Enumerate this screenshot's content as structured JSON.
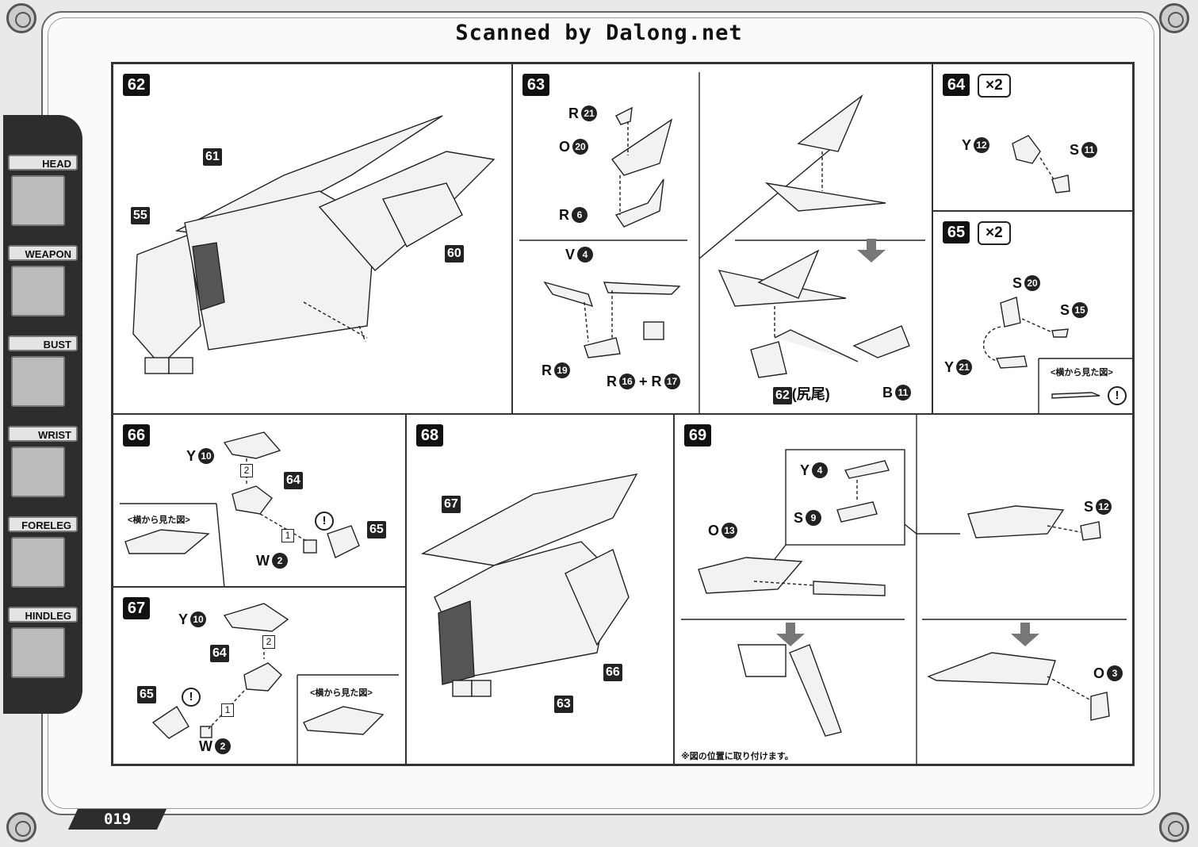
{
  "header": {
    "title": "Scanned by Dalong.net"
  },
  "sidebar": {
    "items": [
      {
        "label": "HEAD"
      },
      {
        "label": "WEAPON"
      },
      {
        "label": "BUST"
      },
      {
        "label": "WRIST"
      },
      {
        "label": "FORELEG"
      },
      {
        "label": "HINDLEG"
      }
    ]
  },
  "page_number": "019",
  "steps": {
    "s62": {
      "num": "62",
      "callouts": {
        "a": "61",
        "b": "55",
        "c": "60"
      }
    },
    "s63": {
      "num": "63",
      "parts": {
        "r21": {
          "letter": "R",
          "n": "21"
        },
        "o20": {
          "letter": "O",
          "n": "20"
        },
        "r6": {
          "letter": "R",
          "n": "6"
        },
        "v4": {
          "letter": "V",
          "n": "4"
        },
        "r19": {
          "letter": "R",
          "n": "19"
        },
        "r16": {
          "letter": "R",
          "n": "16"
        },
        "plus": "+",
        "r17": {
          "letter": "R",
          "n": "17"
        },
        "s62tail": "62",
        "tail_label": "(尻尾)",
        "b11": {
          "letter": "B",
          "n": "11"
        }
      }
    },
    "s64": {
      "num": "64",
      "mult": "×2",
      "parts": {
        "y12": {
          "letter": "Y",
          "n": "12"
        },
        "s11": {
          "letter": "S",
          "n": "11"
        }
      }
    },
    "s65": {
      "num": "65",
      "mult": "×2",
      "parts": {
        "s20": {
          "letter": "S",
          "n": "20"
        },
        "s15": {
          "letter": "S",
          "n": "15"
        },
        "y21": {
          "letter": "Y",
          "n": "21"
        }
      },
      "side_view": "<横から見た図>",
      "warn": "!"
    },
    "s66": {
      "num": "66",
      "parts": {
        "y10": {
          "letter": "Y",
          "n": "10"
        },
        "w2": {
          "letter": "W",
          "n": "2"
        }
      },
      "callouts": {
        "a": "64",
        "b": "65"
      },
      "seq": {
        "one": "1",
        "two": "2"
      },
      "side_view": "<横から見た図>",
      "warn": "!"
    },
    "s67": {
      "num": "67",
      "parts": {
        "y10": {
          "letter": "Y",
          "n": "10"
        },
        "w2": {
          "letter": "W",
          "n": "2"
        }
      },
      "callouts": {
        "a": "64",
        "b": "65"
      },
      "seq": {
        "one": "1",
        "two": "2"
      },
      "side_view": "<横から見た図>",
      "warn": "!"
    },
    "s68": {
      "num": "68",
      "callouts": {
        "a": "67",
        "b": "66",
        "c": "63"
      }
    },
    "s69": {
      "num": "69",
      "parts": {
        "y4": {
          "letter": "Y",
          "n": "4"
        },
        "s9": {
          "letter": "S",
          "n": "9"
        },
        "o13": {
          "letter": "O",
          "n": "13"
        },
        "s12": {
          "letter": "S",
          "n": "12"
        },
        "o3": {
          "letter": "O",
          "n": "3"
        }
      },
      "note": "※図の位置に取り付けます。"
    }
  }
}
